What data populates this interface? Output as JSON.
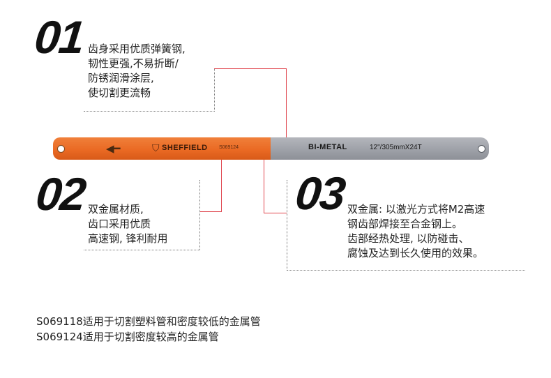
{
  "sections": [
    {
      "number": "01",
      "lines": [
        "齿身采用优质弹簧钢,",
        "韧性更强,不易折断/",
        "防锈润滑涂层,",
        "使切割更流畅"
      ]
    },
    {
      "number": "02",
      "lines": [
        "双金属材质,",
        "齿口采用优质",
        "高速钢, 锋利耐用"
      ]
    },
    {
      "number": "03",
      "lines": [
        "双金属: 以激光方式将M2高速",
        "钢齿部焊接至合金钢上。",
        "齿部经热处理, 以防碰击、",
        "腐蚀及达到长久使用的效果。"
      ]
    }
  ],
  "blade": {
    "brand": "SHEFFIELD",
    "code": "S069124",
    "type": "BI-METAL",
    "size": "12\"/305mmX24T",
    "colors": {
      "orange": "#ea6a24",
      "grey": "#a0a3aa"
    }
  },
  "footer": [
    "S069118适用于切割塑料管和密度较低的金属管",
    "S069124适用于切割密度较高的金属管"
  ],
  "accent_color": "#e0464e"
}
